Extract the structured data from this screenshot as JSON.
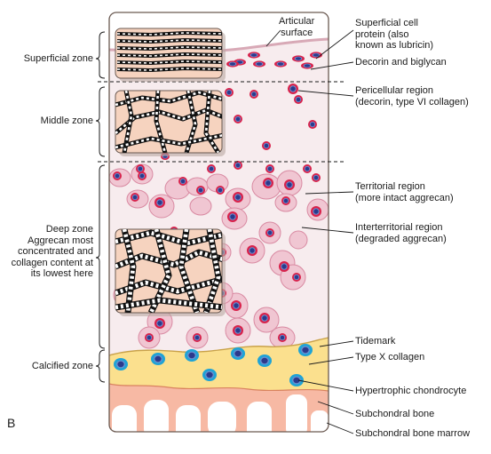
{
  "figure_letter": "B",
  "zones": {
    "superficial": "Superficial zone",
    "middle": "Middle zone",
    "deep": [
      "Deep zone",
      "Aggrecan most",
      "concentrated and",
      "collagen content at",
      "its lowest here"
    ],
    "calcified": "Calcified zone"
  },
  "top_label": [
    "Articular",
    "surface"
  ],
  "annotations": {
    "superficial_cell_protein": [
      "Superficial cell",
      "protein (also",
      "known as lubricin)"
    ],
    "decorin": "Decorin and biglycan",
    "pericellular": [
      "Pericellular region",
      "(decorin, type VI collagen)"
    ],
    "territorial": [
      "Territorial region",
      "(more intact aggrecan)"
    ],
    "interterritorial": [
      "Interterritorial region",
      "(degraded aggrecan)"
    ],
    "tidemark": "Tidemark",
    "type_x": "Type X collagen",
    "hypertrophic": "Hypertrophic chondrocyte",
    "subchondral_bone": "Subchondral bone",
    "marrow": "Subchondral bone marrow"
  },
  "colors": {
    "outline": "#6b5a52",
    "matrix": "#f7ecee",
    "territorial": "#f0c6d2",
    "pericellular": "#d8224b",
    "nucleus": "#2b3a8c",
    "calcified": "#fbe08e",
    "hyp_ring": "#1fa3d6",
    "bone": "#f7b9a4",
    "inset_bg": "#f6d3bf",
    "line": "#1a1a1a"
  }
}
